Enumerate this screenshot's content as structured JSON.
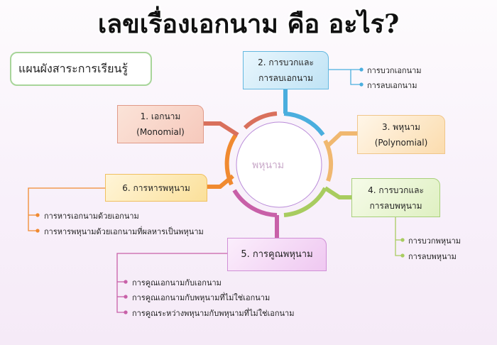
{
  "title": "แผนผังสาระการเรียนรู้",
  "center": "พหุนาม",
  "overlay_title": "เลขเรื่องเอกนาม คือ อะไร?",
  "nodes": [
    {
      "line1": "1. เอกนาม",
      "line2": "(Monomial)",
      "color": "#d9705c",
      "items": []
    },
    {
      "line1": "2. การบวกและ",
      "line2": "การลบเอกนาม",
      "color": "#4aaede",
      "items": [
        "การบวกเอกนาม",
        "การลบเอกนาม"
      ]
    },
    {
      "line1": "3. พหุนาม",
      "line2": "(Polynomial)",
      "color": "#f0b870",
      "items": []
    },
    {
      "line1": "4. การบวกและ",
      "line2": "การลบพหุนาม",
      "color": "#a8cc60",
      "items": [
        "การบวกพหุนาม",
        "การลบพหุนาม"
      ]
    },
    {
      "line1": "5. การคูณพหุนาม",
      "color": "#c860a8",
      "items": [
        "การคูณเอกนามกับเอกนาม",
        "การคูณเอกนามกับพหุนามที่ไม่ใช่เอกนาม",
        "การคูณระหว่างพหุนามกับพหุนามที่ไม่ใช่เอกนาม"
      ]
    },
    {
      "line1": "6. การหารพหุนาม",
      "color": "#f08a30",
      "items": [
        "การหารเอกนามด้วยเอกนาม",
        "การหารพหุนามด้วยเอกนามที่ผลหารเป็นพหุนาม"
      ]
    }
  ]
}
